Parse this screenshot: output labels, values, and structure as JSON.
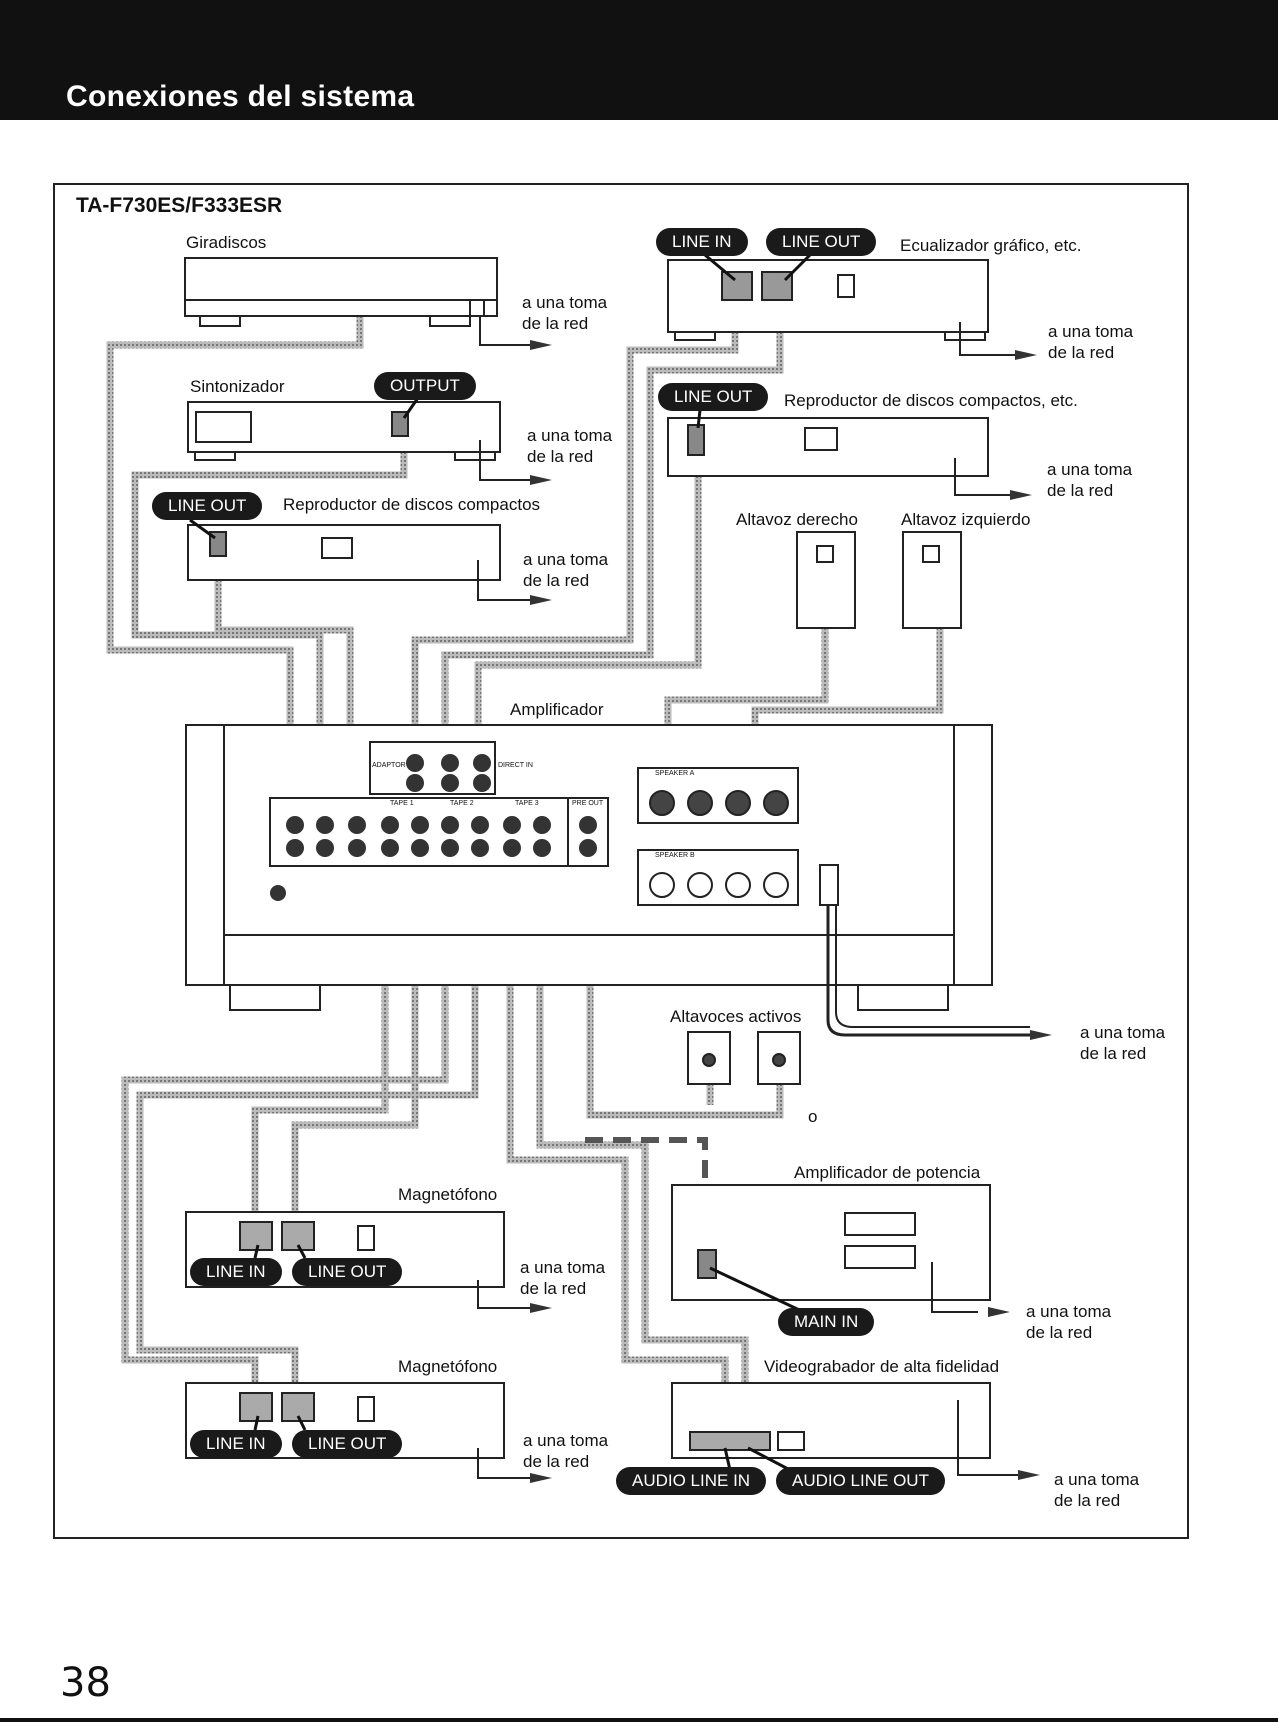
{
  "header": {
    "title": "Conexiones del sistema"
  },
  "diagram": {
    "model": "TA-F730ES/F333ESR",
    "mains_line1": "a una toma",
    "mains_line2": "de la red",
    "or_label": "o",
    "devices": {
      "turntable": "Giradiscos",
      "tuner": "Sintonizador",
      "cd_left": "Reproductor de discos compactos",
      "equalizer": "Ecualizador gráfico, etc.",
      "cd_right": "Reproductor de discos compactos, etc.",
      "speaker_right": "Altavoz derecho",
      "speaker_left": "Altavoz izquierdo",
      "amplifier": "Amplificador",
      "active_speakers": "Altavoces activos",
      "tape_deck_1": "Magnetófono",
      "tape_deck_2": "Magnetófono",
      "power_amp": "Amplificador de potencia",
      "hifi_vcr": "Videograbador de alta fidelidad"
    },
    "jacks": {
      "line_in": "LINE IN",
      "line_out": "LINE OUT",
      "output": "OUTPUT",
      "main_in": "MAIN IN",
      "audio_line_in": "AUDIO LINE IN",
      "audio_line_out": "AUDIO LINE OUT"
    },
    "panel": {
      "adaptor": "ADAPTOR",
      "direct_in": "DIRECT IN",
      "tape1": "TAPE 1",
      "tape2": "TAPE 2",
      "tape3": "TAPE 3",
      "pre_out": "PRE OUT",
      "speaker_a": "SPEAKER A",
      "speaker_b": "SPEAKER B"
    }
  },
  "page_number": "38"
}
